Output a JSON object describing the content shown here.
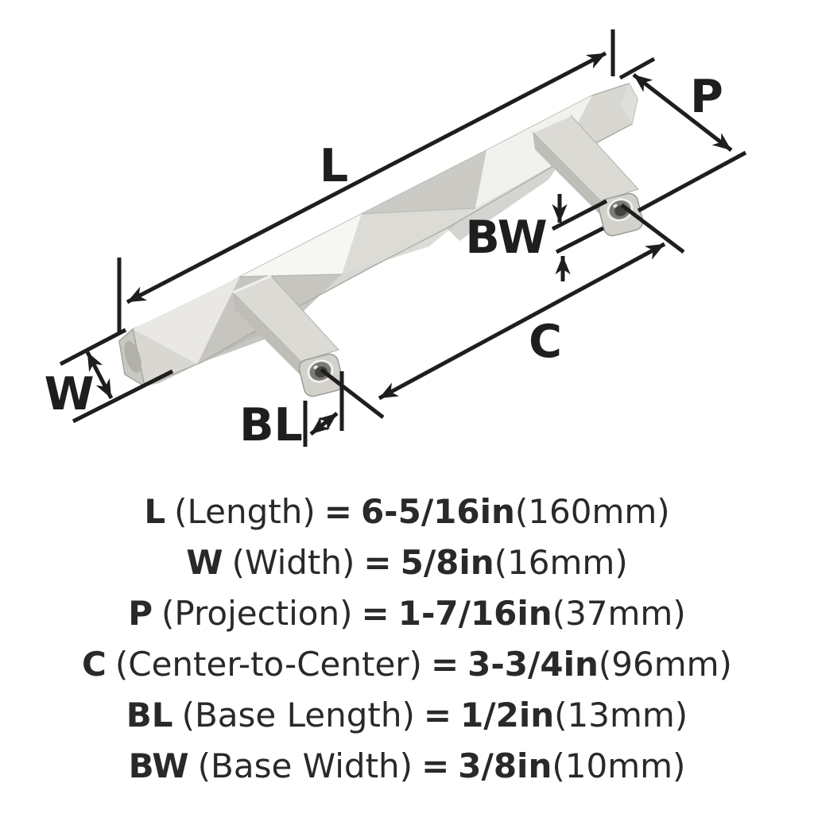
{
  "colors": {
    "background": "#ffffff",
    "ink": "#1f1d1d",
    "text_ink": "#2b2828",
    "metal_light": "#f6f6f3",
    "metal_mid": "#d8d7d2",
    "metal_dark": "#bebdb7"
  },
  "diagram": {
    "labels": {
      "L": "L",
      "P": "P",
      "BW": "BW",
      "C": "C",
      "W": "W",
      "BL": "BL"
    }
  },
  "specs": [
    {
      "symbol": "L",
      "label": "(Length)",
      "equals": "=",
      "imperial": "6-5/16in",
      "metric": "(160mm)"
    },
    {
      "symbol": "W",
      "label": "(Width)",
      "equals": "=",
      "imperial": "5/8in",
      "metric": "(16mm)"
    },
    {
      "symbol": "P",
      "label": "(Projection)",
      "equals": "=",
      "imperial": "1-7/16in",
      "metric": "(37mm)"
    },
    {
      "symbol": "C",
      "label": "(Center-to-Center)",
      "equals": "=",
      "imperial": "3-3/4in",
      "metric": "(96mm)"
    },
    {
      "symbol": "BL",
      "label": "(Base Length)",
      "equals": "=",
      "imperial": "1/2in",
      "metric": "(13mm)"
    },
    {
      "symbol": "BW",
      "label": "(Base Width)",
      "equals": "=",
      "imperial": "3/8in",
      "metric": "(10mm)"
    }
  ]
}
